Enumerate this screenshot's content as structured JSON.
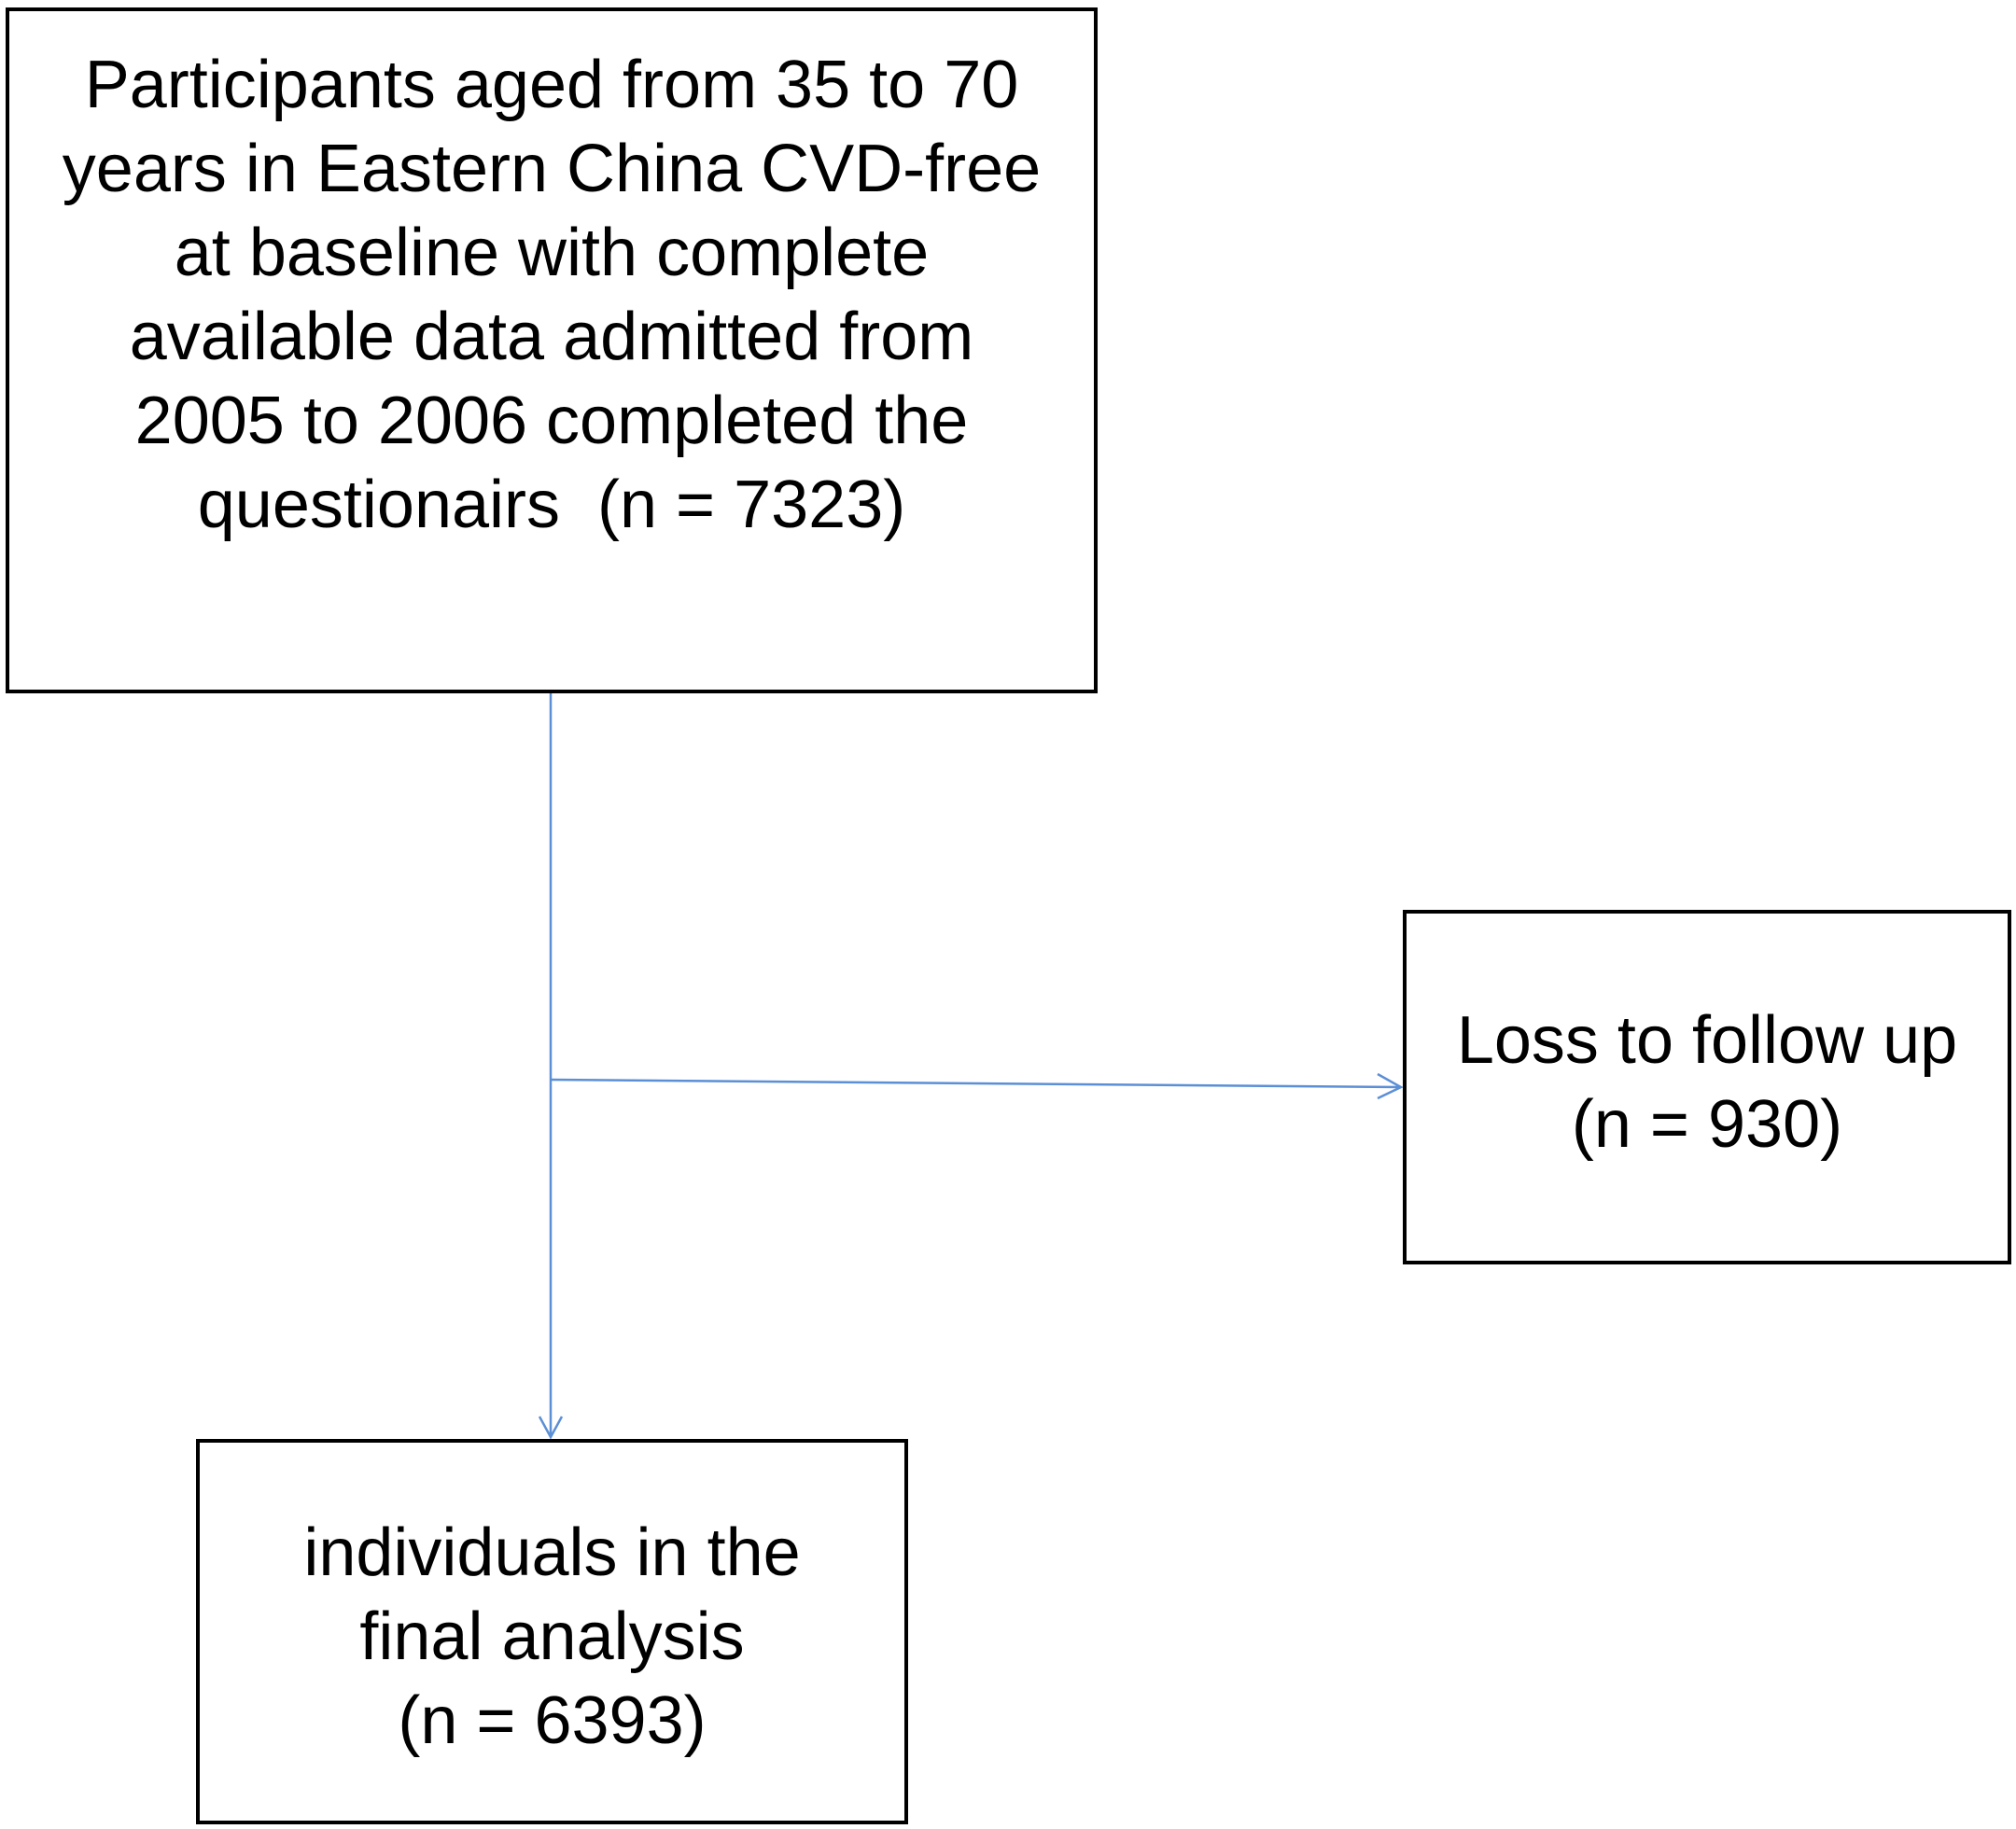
{
  "diagram": {
    "nodes": {
      "enrolled": {
        "lines": [
          "Participants aged from 35 to 70",
          "years in Eastern China CVD-free",
          "at baseline with complete",
          "available data admitted from",
          "2005 to 2006 completed the",
          "questionairs  (n = 7323)"
        ]
      },
      "excluded": {
        "lines": [
          "Loss to follow up",
          "(n = 930)"
        ]
      },
      "analyzed": {
        "lines": [
          "individuals in the",
          "final analysis",
          "(n = 6393)"
        ]
      }
    },
    "edges": [
      {
        "from": "enrolled",
        "to": "analyzed"
      },
      {
        "from": "enrolled",
        "to": "excluded"
      }
    ],
    "colors": {
      "box_border": "#000000",
      "arrow": "#5b8fd6",
      "text": "#000000"
    }
  }
}
